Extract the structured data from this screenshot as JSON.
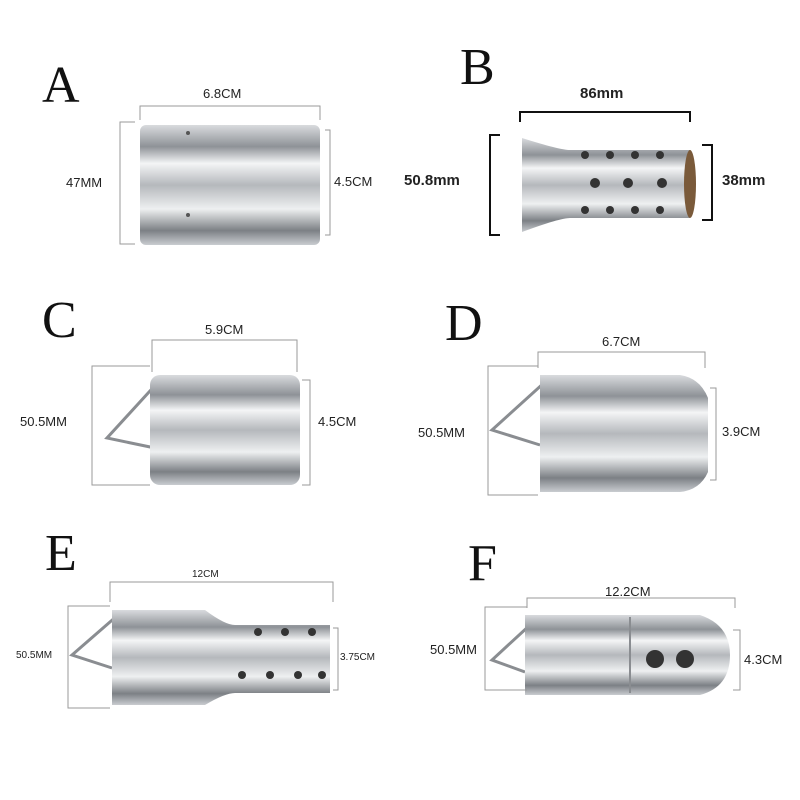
{
  "panels": {
    "A": {
      "letter": "A",
      "length": "6.8CM",
      "diam_left": "47MM",
      "diam_right": "4.5CM"
    },
    "B": {
      "letter": "B",
      "length": "86mm",
      "diam_left": "50.8mm",
      "diam_right": "38mm"
    },
    "C": {
      "letter": "C",
      "length": "5.9CM",
      "diam_left": "50.5MM",
      "diam_right": "4.5CM"
    },
    "D": {
      "letter": "D",
      "length": "6.7CM",
      "diam_left": "50.5MM",
      "diam_right": "3.9CM"
    },
    "E": {
      "letter": "E",
      "length": "12CM",
      "diam_left": "50.5MM",
      "diam_right": "3.75CM"
    },
    "F": {
      "letter": "F",
      "length": "12.2CM",
      "diam_left": "50.5MM",
      "diam_right": "4.3CM"
    }
  },
  "colors": {
    "metal_light": "#f2f3f4",
    "metal_mid": "#b9bcc0",
    "metal_dark": "#6e7277",
    "line": "#9a9a9a"
  }
}
